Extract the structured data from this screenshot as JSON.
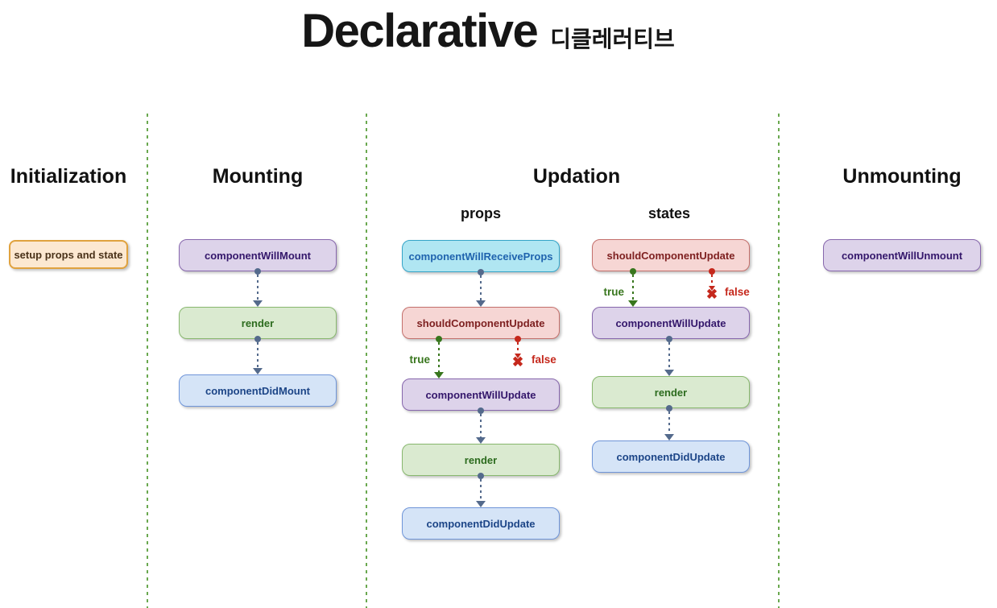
{
  "title": {
    "text": "Declarative",
    "subtitle": "디클레러티브"
  },
  "sections": {
    "initialization": {
      "heading": "Initialization",
      "setup_box": "setup props and state"
    },
    "mounting": {
      "heading": "Mounting",
      "component_will_mount": "componentWillMount",
      "render": "render",
      "component_did_mount": "componentDidMount"
    },
    "updation": {
      "heading": "Updation",
      "props": {
        "heading": "props",
        "component_will_receive_props": "componentWillReceiveProps",
        "should_component_update": "shouldComponentUpdate",
        "true_label": "true",
        "false_label": "false",
        "component_will_update": "componentWillUpdate",
        "render": "render",
        "component_did_update": "componentDidUpdate"
      },
      "states": {
        "heading": "states",
        "should_component_update": "shouldComponentUpdate",
        "true_label": "true",
        "false_label": "false",
        "component_will_update": "componentWillUpdate",
        "render": "render",
        "component_did_update": "componentDidUpdate"
      }
    },
    "unmounting": {
      "heading": "Unmounting",
      "component_will_unmount": "componentWillUnmount"
    }
  },
  "icons": {
    "false_cross": "✖"
  },
  "colors": {
    "divider_green": "#6aa84f",
    "arrow_slate": "#546a8c",
    "branch_true_green": "#38761d",
    "branch_false_red": "#c5281c",
    "box_orange_fill": "#fce8d1",
    "box_orange_border": "#e0a23e",
    "box_orange_text": "#4a3219",
    "box_purple_fill": "#ddd3ea",
    "box_purple_border": "#8767ad",
    "box_purple_text": "#34176b",
    "box_green_fill": "#daead0",
    "box_green_border": "#88b86e",
    "box_green_text": "#2c6b1e",
    "box_blue_fill": "#d5e4f7",
    "box_blue_border": "#6f95d9",
    "box_blue_text": "#1c4587",
    "box_cyan_fill": "#b0e6f2",
    "box_cyan_border": "#35a4c8",
    "box_cyan_text": "#1f63ae",
    "box_red_fill": "#f6d6d4",
    "box_red_border": "#c4706c",
    "box_red_text": "#7e2020",
    "title_text": "#161616"
  }
}
